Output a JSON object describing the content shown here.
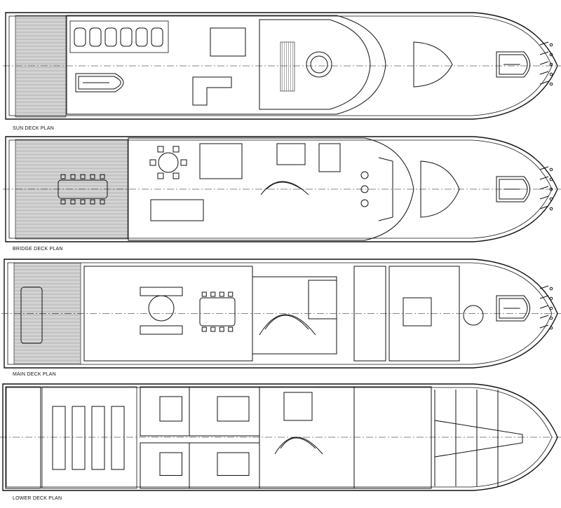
{
  "decks": [
    {
      "id": "sun",
      "label": "SUN DECK PLAN"
    },
    {
      "id": "bridge",
      "label": "BRIDGE DECK PLAN"
    },
    {
      "id": "main",
      "label": "MAIN DECK PLAN"
    },
    {
      "id": "lower",
      "label": "LOWER DECK PLAN"
    }
  ],
  "colors": {
    "line": "#111111",
    "background": "#ffffff",
    "hatch": "#555555"
  }
}
